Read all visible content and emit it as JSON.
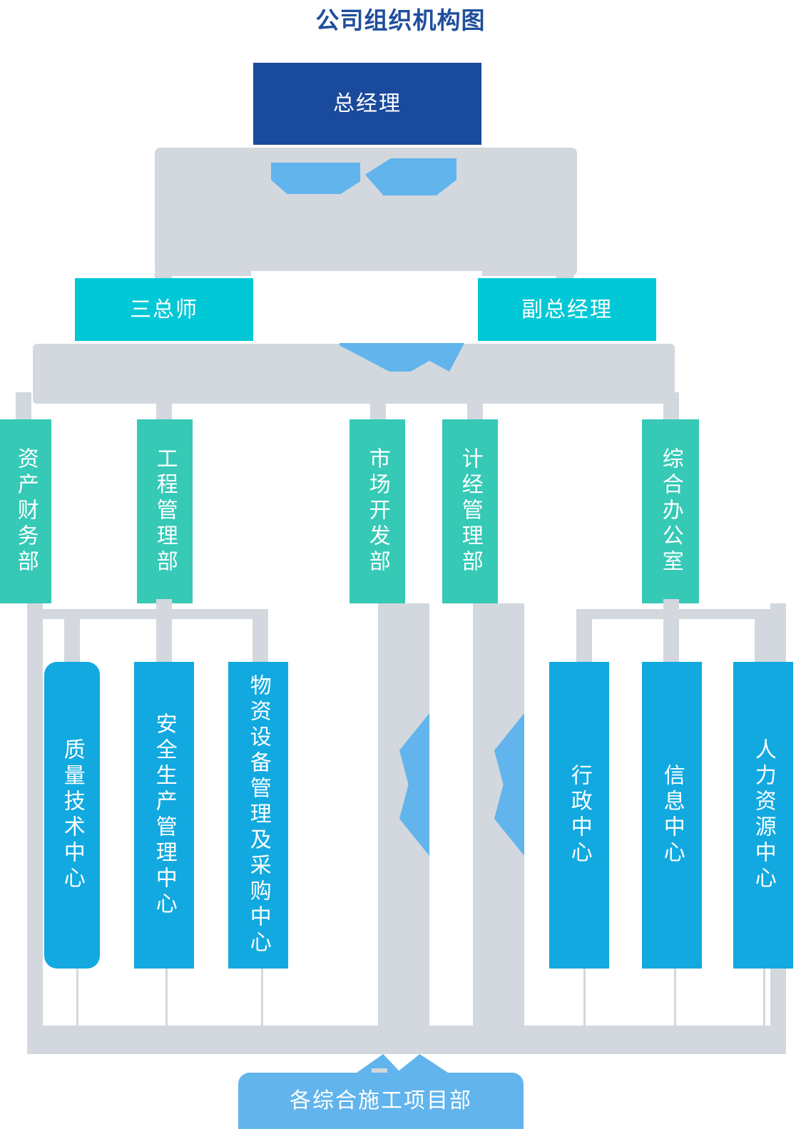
{
  "chart_title": "公司组织机构图",
  "theme": {
    "title_color": "#1f4e9c",
    "level1_color": "#1a4a9c",
    "level2_color": "#00c8d7",
    "level3_color": "#35c9b6",
    "level4_color": "#12a9e0",
    "level5_color": "#62b4ec",
    "connector_color": "#d2d8dd",
    "accent_color": "#62b4ec",
    "text_color": "#ffffff",
    "background": "#ffffff"
  },
  "levels": {
    "level1": [
      {
        "label": "总经理"
      }
    ],
    "level2": [
      {
        "label": "三总师"
      },
      {
        "label": "副总经理"
      }
    ],
    "level3": [
      {
        "label": "资产财务部"
      },
      {
        "label": "工程管理部"
      },
      {
        "label": "市场开发部"
      },
      {
        "label": "计经管理部"
      },
      {
        "label": "综合办公室"
      }
    ],
    "level4": [
      {
        "label": "质量技术中心"
      },
      {
        "label": "安全生产管理中心"
      },
      {
        "label": "物资设备管理及采购中心"
      },
      {
        "label": "行政中心"
      },
      {
        "label": "信息中心"
      },
      {
        "label": "人力资源中心"
      }
    ],
    "level5": [
      {
        "label": "各综合施工项目部"
      }
    ]
  }
}
